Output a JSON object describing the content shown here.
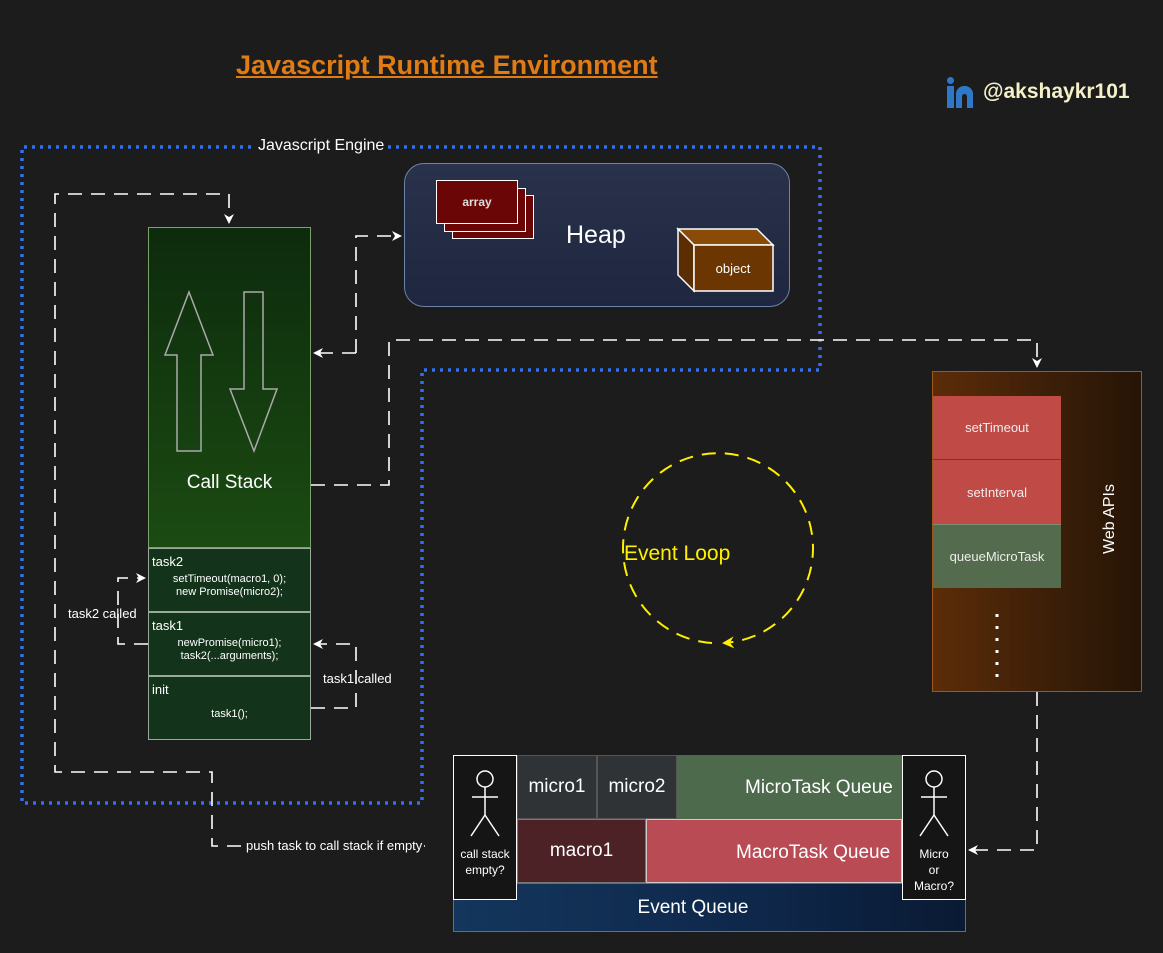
{
  "title": "Javascript Runtime Environment",
  "handle": "@akshaykr101",
  "engine": {
    "label": "Javascript Engine"
  },
  "heap": {
    "label": "Heap",
    "items": [
      "array",
      "object"
    ]
  },
  "call_stack": {
    "label": "Call Stack",
    "frames": [
      {
        "name": "task2",
        "code": [
          "setTimeout(macro1, 0);",
          "new Promise(micro2);"
        ]
      },
      {
        "name": "task1",
        "code": [
          "newPromise(micro1);",
          "task2(...arguments);"
        ]
      },
      {
        "name": "init",
        "code": [
          "task1();"
        ]
      }
    ]
  },
  "annotations": {
    "task2_called": "task2 called",
    "task1_called": "task1 called",
    "push_task": "push task to call stack if empty"
  },
  "web_apis": {
    "label": "Web APIs",
    "items": [
      "setTimeout",
      "setInterval",
      "queueMicroTask"
    ],
    "more": "....."
  },
  "event_loop": {
    "label": "Event Loop"
  },
  "event_queue": {
    "label": "Event Queue",
    "micro_queue": {
      "label": "MicroTask Queue",
      "items": [
        "micro1",
        "micro2"
      ]
    },
    "macro_queue": {
      "label": "MacroTask Queue",
      "items": [
        "macro1"
      ]
    },
    "left_person": [
      "call stack",
      "empty?"
    ],
    "right_person": [
      "Micro",
      "or",
      "Macro?"
    ]
  },
  "colors": {
    "title": "#e07b16",
    "engine_border": "#2f6ff0",
    "event_loop": "#fff000",
    "linkedin": "#2e78c7"
  }
}
